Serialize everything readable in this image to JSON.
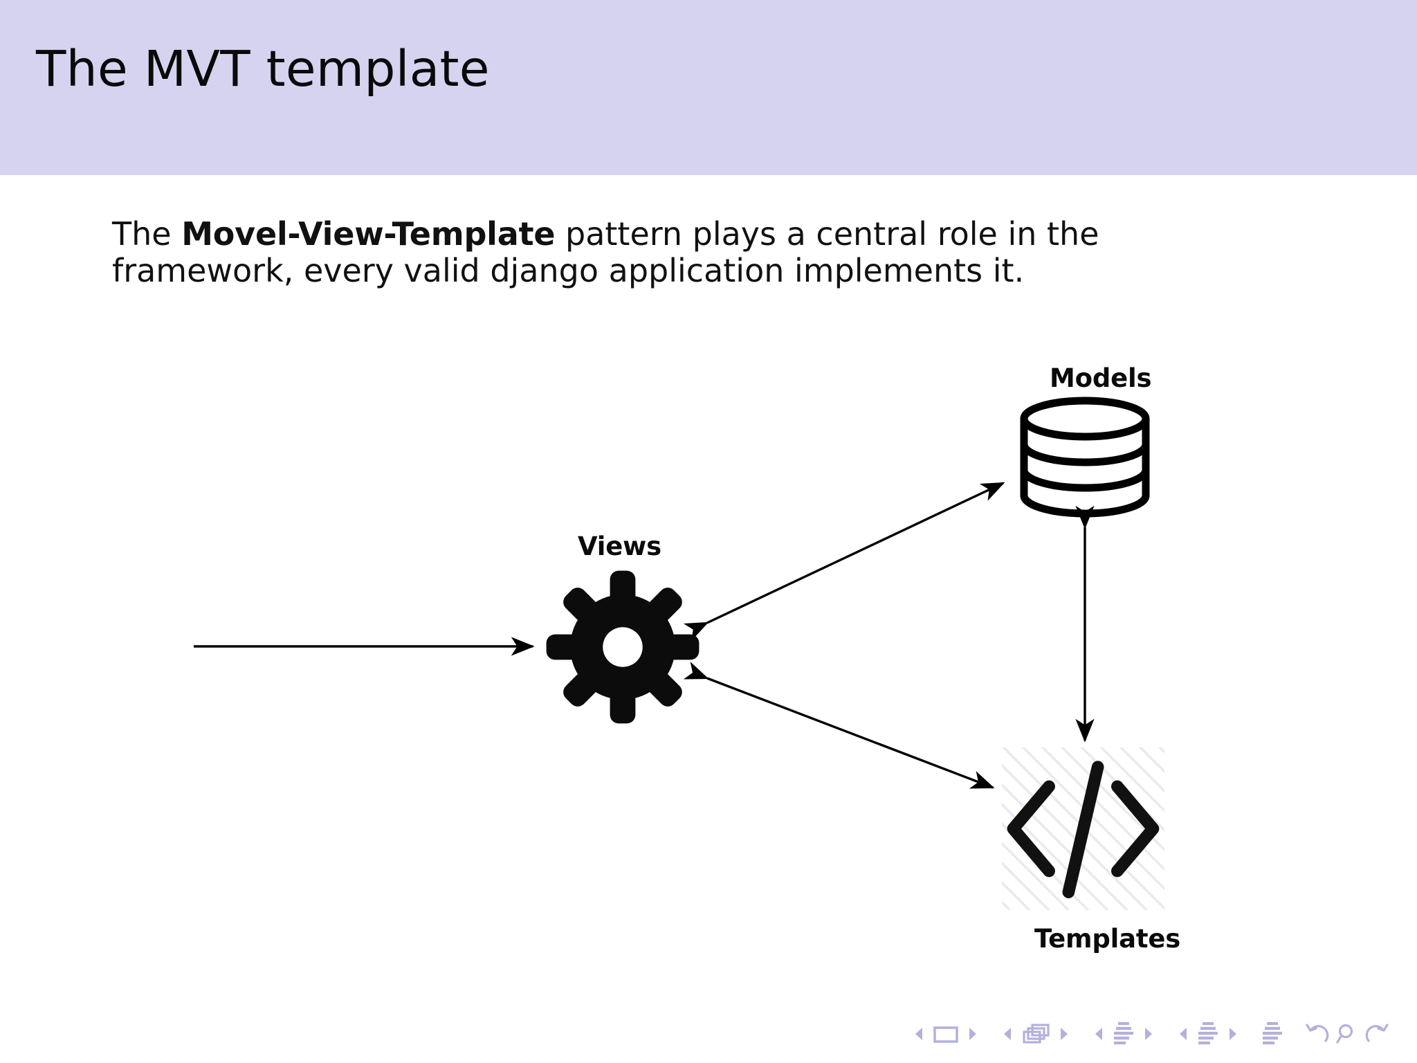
{
  "slide": {
    "title": "The MVT template",
    "header_color": "#d6d3f0",
    "background_color": "#ffffff",
    "text_color": "#111111"
  },
  "body": {
    "line1_prefix": "The ",
    "line1_bold": "Movel-View-Template",
    "line1_suffix": " pattern plays a central role in the",
    "line2": "framework, every valid django application implements it."
  },
  "diagram": {
    "nodes": [
      {
        "id": "views",
        "label": "Views",
        "icon": "gear-icon"
      },
      {
        "id": "models",
        "label": "Models",
        "icon": "database-cylinder-icon"
      },
      {
        "id": "templates",
        "label": "Templates",
        "icon": "code-brackets-icon"
      }
    ],
    "edges": [
      {
        "from": "request",
        "to": "views",
        "style": "single-arrow"
      },
      {
        "from": "views",
        "to": "models",
        "style": "double-arrow"
      },
      {
        "from": "views",
        "to": "templates",
        "style": "double-arrow"
      },
      {
        "from": "models",
        "to": "templates",
        "style": "double-arrow-vertical"
      }
    ]
  },
  "navigation": {
    "color": "#b4b0dc",
    "groups": [
      {
        "name": "slide",
        "prev": "◂",
        "symbol": "frame-icon",
        "next": "▸"
      },
      {
        "name": "frame",
        "prev": "◂",
        "symbol": "frames-icon",
        "next": "▸"
      },
      {
        "name": "subsection",
        "prev": "◂",
        "symbol": "subsection-icon",
        "next": "▸"
      },
      {
        "name": "section",
        "prev": "◂",
        "symbol": "section-icon",
        "next": "▸"
      },
      {
        "name": "doc",
        "symbol": "document-icon"
      },
      {
        "name": "back",
        "symbol": "back-icon"
      },
      {
        "name": "find",
        "symbol": "search-icon"
      },
      {
        "name": "forward",
        "symbol": "forward-icon"
      }
    ]
  }
}
